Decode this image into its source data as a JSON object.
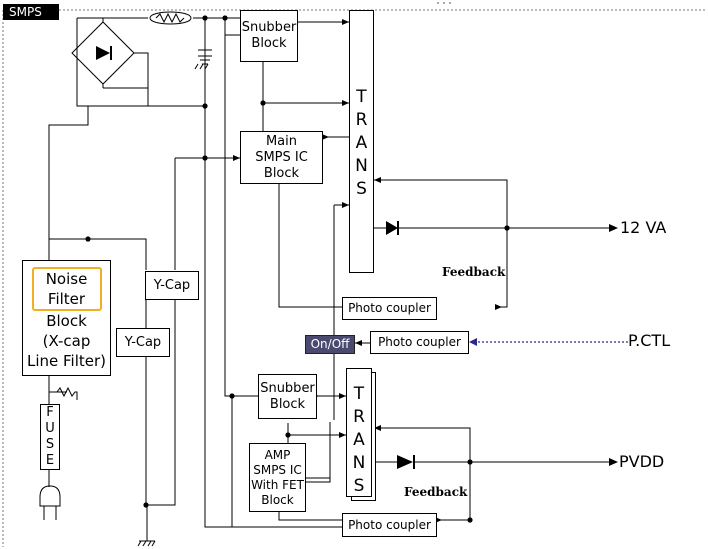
{
  "diagram": {
    "tag": "SMPS",
    "noise_filter": {
      "highlight": "Noise\nFilter",
      "rest": "Block\n(X-cap\nLine Filter)"
    },
    "fuse": [
      "F",
      "U",
      "S",
      "E"
    ],
    "ycap_1": "Y-Cap",
    "ycap_2": "Y-Cap",
    "snubber_top": "Snubber\nBlock",
    "main_ic": "Main\nSMPS IC\nBlock",
    "trans_top": [
      "T",
      "R",
      "A",
      "N",
      "S"
    ],
    "trans_bottom": [
      "T",
      "R",
      "A",
      "N",
      "S"
    ],
    "photo_coupler_1": "Photo coupler",
    "photo_coupler_2": "Photo coupler",
    "photo_coupler_3": "Photo coupler",
    "on_off": "On/Off",
    "snubber_bottom": "Snubber\nBlock",
    "amp_ic": "AMP\nSMPS IC\nWith FET\nBlock",
    "output_1": "12 VA",
    "output_2": "PVDD",
    "input_pctl": "P.CTL",
    "feedback_1": "Feedback",
    "feedback_2": "Feedback",
    "highlight_color": "#f0b020",
    "onoff_color": "#4a4a70",
    "pctl_line_color": "#2a2a8a"
  }
}
